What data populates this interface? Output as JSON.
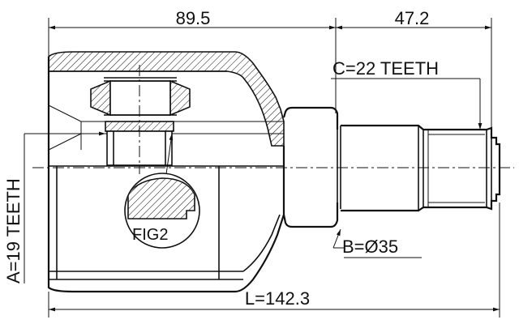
{
  "dimensions": {
    "top_left": "89.5",
    "top_right": "47.2",
    "c_teeth": "C=22 TEETH",
    "a_teeth": "A=19 TEETH",
    "b_diameter": "B=Ø35",
    "length": "L=142.3"
  },
  "figure_label": "FIG2"
}
